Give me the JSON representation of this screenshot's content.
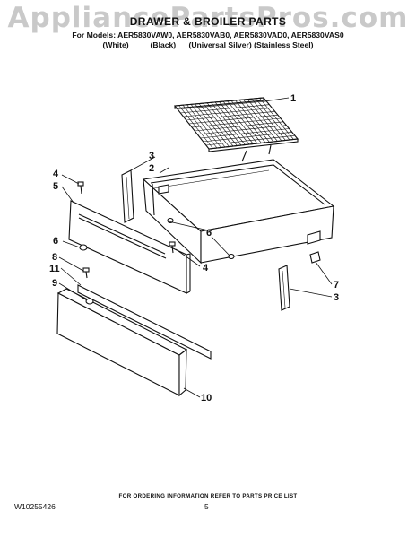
{
  "watermark": "AppliancePartsPros.com",
  "header": {
    "title": "DRAWER & BROILER PARTS",
    "models": "For Models: AER5830VAW0, AER5830VAB0, AER5830VAD0, AER5830VAS0",
    "finishes": "(White)          (Black)      (Universal Silver) (Stainless Steel)"
  },
  "callouts": {
    "c1": "1",
    "c2": "2",
    "c3a": "3",
    "c3b": "3",
    "c4a": "4",
    "c4b": "4",
    "c5": "5",
    "c6a": "6",
    "c6b": "6",
    "c7": "7",
    "c8": "8",
    "c9": "9",
    "c10": "10",
    "c11": "11"
  },
  "footer": {
    "ordering": "FOR ORDERING INFORMATION REFER TO PARTS PRICE LIST",
    "part_number": "W10255426",
    "page": "5"
  }
}
